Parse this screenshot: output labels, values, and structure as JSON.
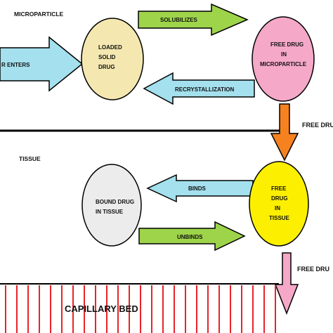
{
  "diagram": {
    "sections": {
      "microparticle": "MICROPARTICLE",
      "tissue": "TISSUE",
      "capillary": "CAPILLARY BED"
    },
    "nodes": {
      "loaded_solid_drug": [
        "LOADED",
        "SOLID",
        "DRUG"
      ],
      "free_drug_microparticle": [
        "FREE DRUG",
        "IN",
        "MICROPARTICLE"
      ],
      "bound_drug_tissue": [
        "BOUND DRUG",
        "IN TISSUE"
      ],
      "free_drug_tissue": [
        "FREE",
        "DRUG",
        "IN",
        "TISSUE"
      ]
    },
    "arrows": {
      "enters": "R ENTERS",
      "solubilizes": "SOLUBILIZES",
      "recrystallization": "RECRYSTALLIZATION",
      "binds": "BINDS",
      "unbinds": "UNBINDS",
      "free_drug_1": "FREE DRU",
      "free_drug_2": "FREE DRU"
    },
    "colors": {
      "ellipse_tan": "#f4e8b0",
      "ellipse_pink": "#f5a8c8",
      "ellipse_gray": "#ececec",
      "ellipse_yellow": "#fcf000",
      "arrow_green": "#9ed44a",
      "arrow_lightblue": "#a4e0ee",
      "arrow_orange": "#f5821f",
      "arrow_pink": "#f5a8c8",
      "capillary_red": "#e8242a"
    }
  }
}
